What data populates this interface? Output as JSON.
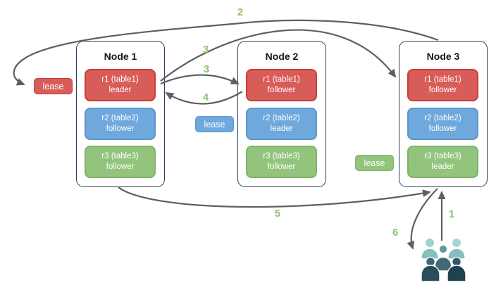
{
  "colors": {
    "red": "#d85c58",
    "red-border": "#c73e3a",
    "blue": "#6fa8dc",
    "blue-border": "#5e95cb",
    "green": "#93c47d",
    "green-border": "#7fb369",
    "arrow": "#5e5f61",
    "step": "#8cc06d",
    "node-border": "#2a3f5f"
  },
  "nodes": [
    {
      "title": "Node 1",
      "replicas": [
        {
          "name": "r1 (table1)",
          "role": "leader",
          "color": "red"
        },
        {
          "name": "r2 (table2)",
          "role": "follower",
          "color": "blue"
        },
        {
          "name": "r3 (table3)",
          "role": "follower",
          "color": "green"
        }
      ]
    },
    {
      "title": "Node 2",
      "replicas": [
        {
          "name": "r1 (table1)",
          "role": "follower",
          "color": "red"
        },
        {
          "name": "r2 (table2)",
          "role": "leader",
          "color": "blue"
        },
        {
          "name": "r3 (table3)",
          "role": "follower",
          "color": "green"
        }
      ]
    },
    {
      "title": "Node 3",
      "replicas": [
        {
          "name": "r1 (table1)",
          "role": "follower",
          "color": "red"
        },
        {
          "name": "r2 (table2)",
          "role": "follower",
          "color": "blue"
        },
        {
          "name": "r3 (table3)",
          "role": "leader",
          "color": "green"
        }
      ]
    }
  ],
  "leases": [
    {
      "label": "lease",
      "color": "red"
    },
    {
      "label": "lease",
      "color": "blue"
    },
    {
      "label": "lease",
      "color": "green"
    }
  ],
  "step_labels": [
    "2",
    "3",
    "3",
    "4",
    "5",
    "6",
    "1"
  ],
  "icons": {
    "users": "users-group-icon"
  }
}
